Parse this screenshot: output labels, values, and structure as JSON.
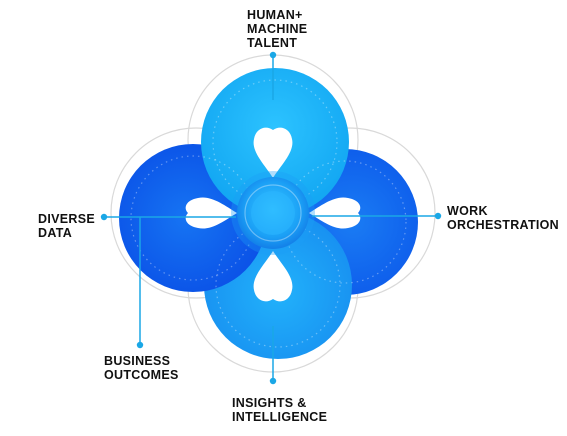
{
  "diagram": {
    "labels": {
      "top": [
        "HUMAN+",
        "MACHINE",
        "TALENT"
      ],
      "left": [
        "DIVERSE",
        "DATA"
      ],
      "right": [
        "WORK",
        "ORCHESTRATION"
      ],
      "bottom_left": [
        "BUSINESS",
        "OUTCOMES"
      ],
      "bottom": [
        "INSIGHTS &",
        "INTELLIGENCE"
      ]
    },
    "colors": {
      "connector": "#1aa7e6",
      "petal_light": "#18b0f4",
      "petal_mid": "#1c86f2",
      "petal_deep": "#0b55e8",
      "outline": "#d9d9d9",
      "text": "#111111"
    }
  }
}
